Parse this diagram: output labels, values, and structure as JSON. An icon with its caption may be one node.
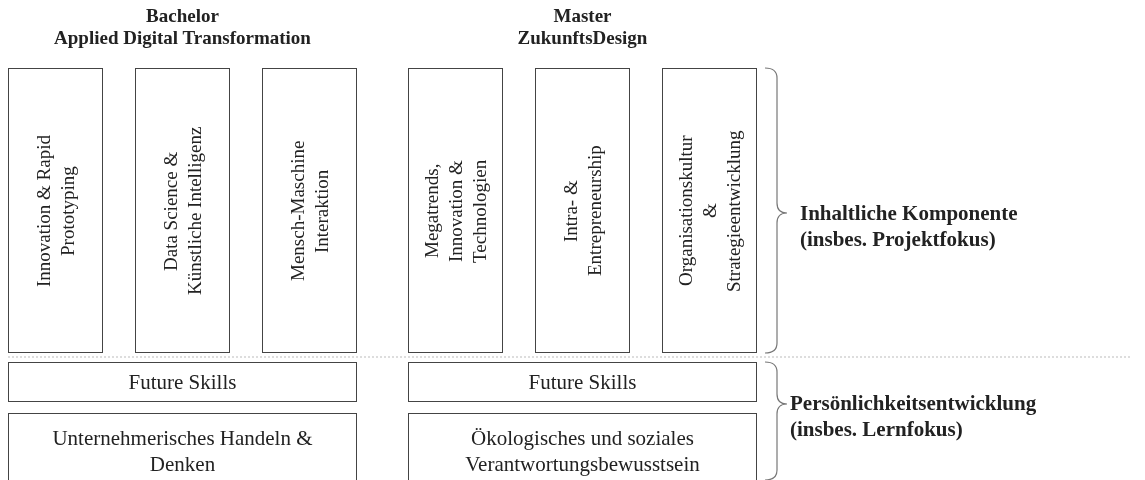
{
  "diagram": {
    "nodes": [
      {
        "text": [
          "Innovation & Rapid Prototyping"
        ]
      },
      {
        "text": [
          "Data Science & Künstliche Intelligenz"
        ]
      },
      {
        "text": [
          "Mensch-Maschine Interaktion"
        ]
      },
      {
        "text": [
          "Megatrends, Innovation & Technologien"
        ]
      },
      {
        "text": [
          "Intra- & Entrepreneurship"
        ]
      },
      {
        "text": [
          "Organisationskultur & Strategieentwicklung"
        ]
      },
      {
        "text": [
          "Future Skills"
        ]
      },
      {
        "text": [
          "Future Skills"
        ]
      },
      {
        "text": [
          "Unternehmerisches Handeln & Denken"
        ]
      },
      {
        "text": [
          "Ökologisches und soziales Verantwortungsbewusstsein"
        ]
      }
    ],
    "labels": [
      "Bachelor Applied Digital Transformation",
      "Master ZukunftsDesign",
      "Inhaltliche Komponente (insbes. Projektfokus)",
      "Persönlichkeitsentwicklung (insbes. Lernfokus)"
    ]
  }
}
